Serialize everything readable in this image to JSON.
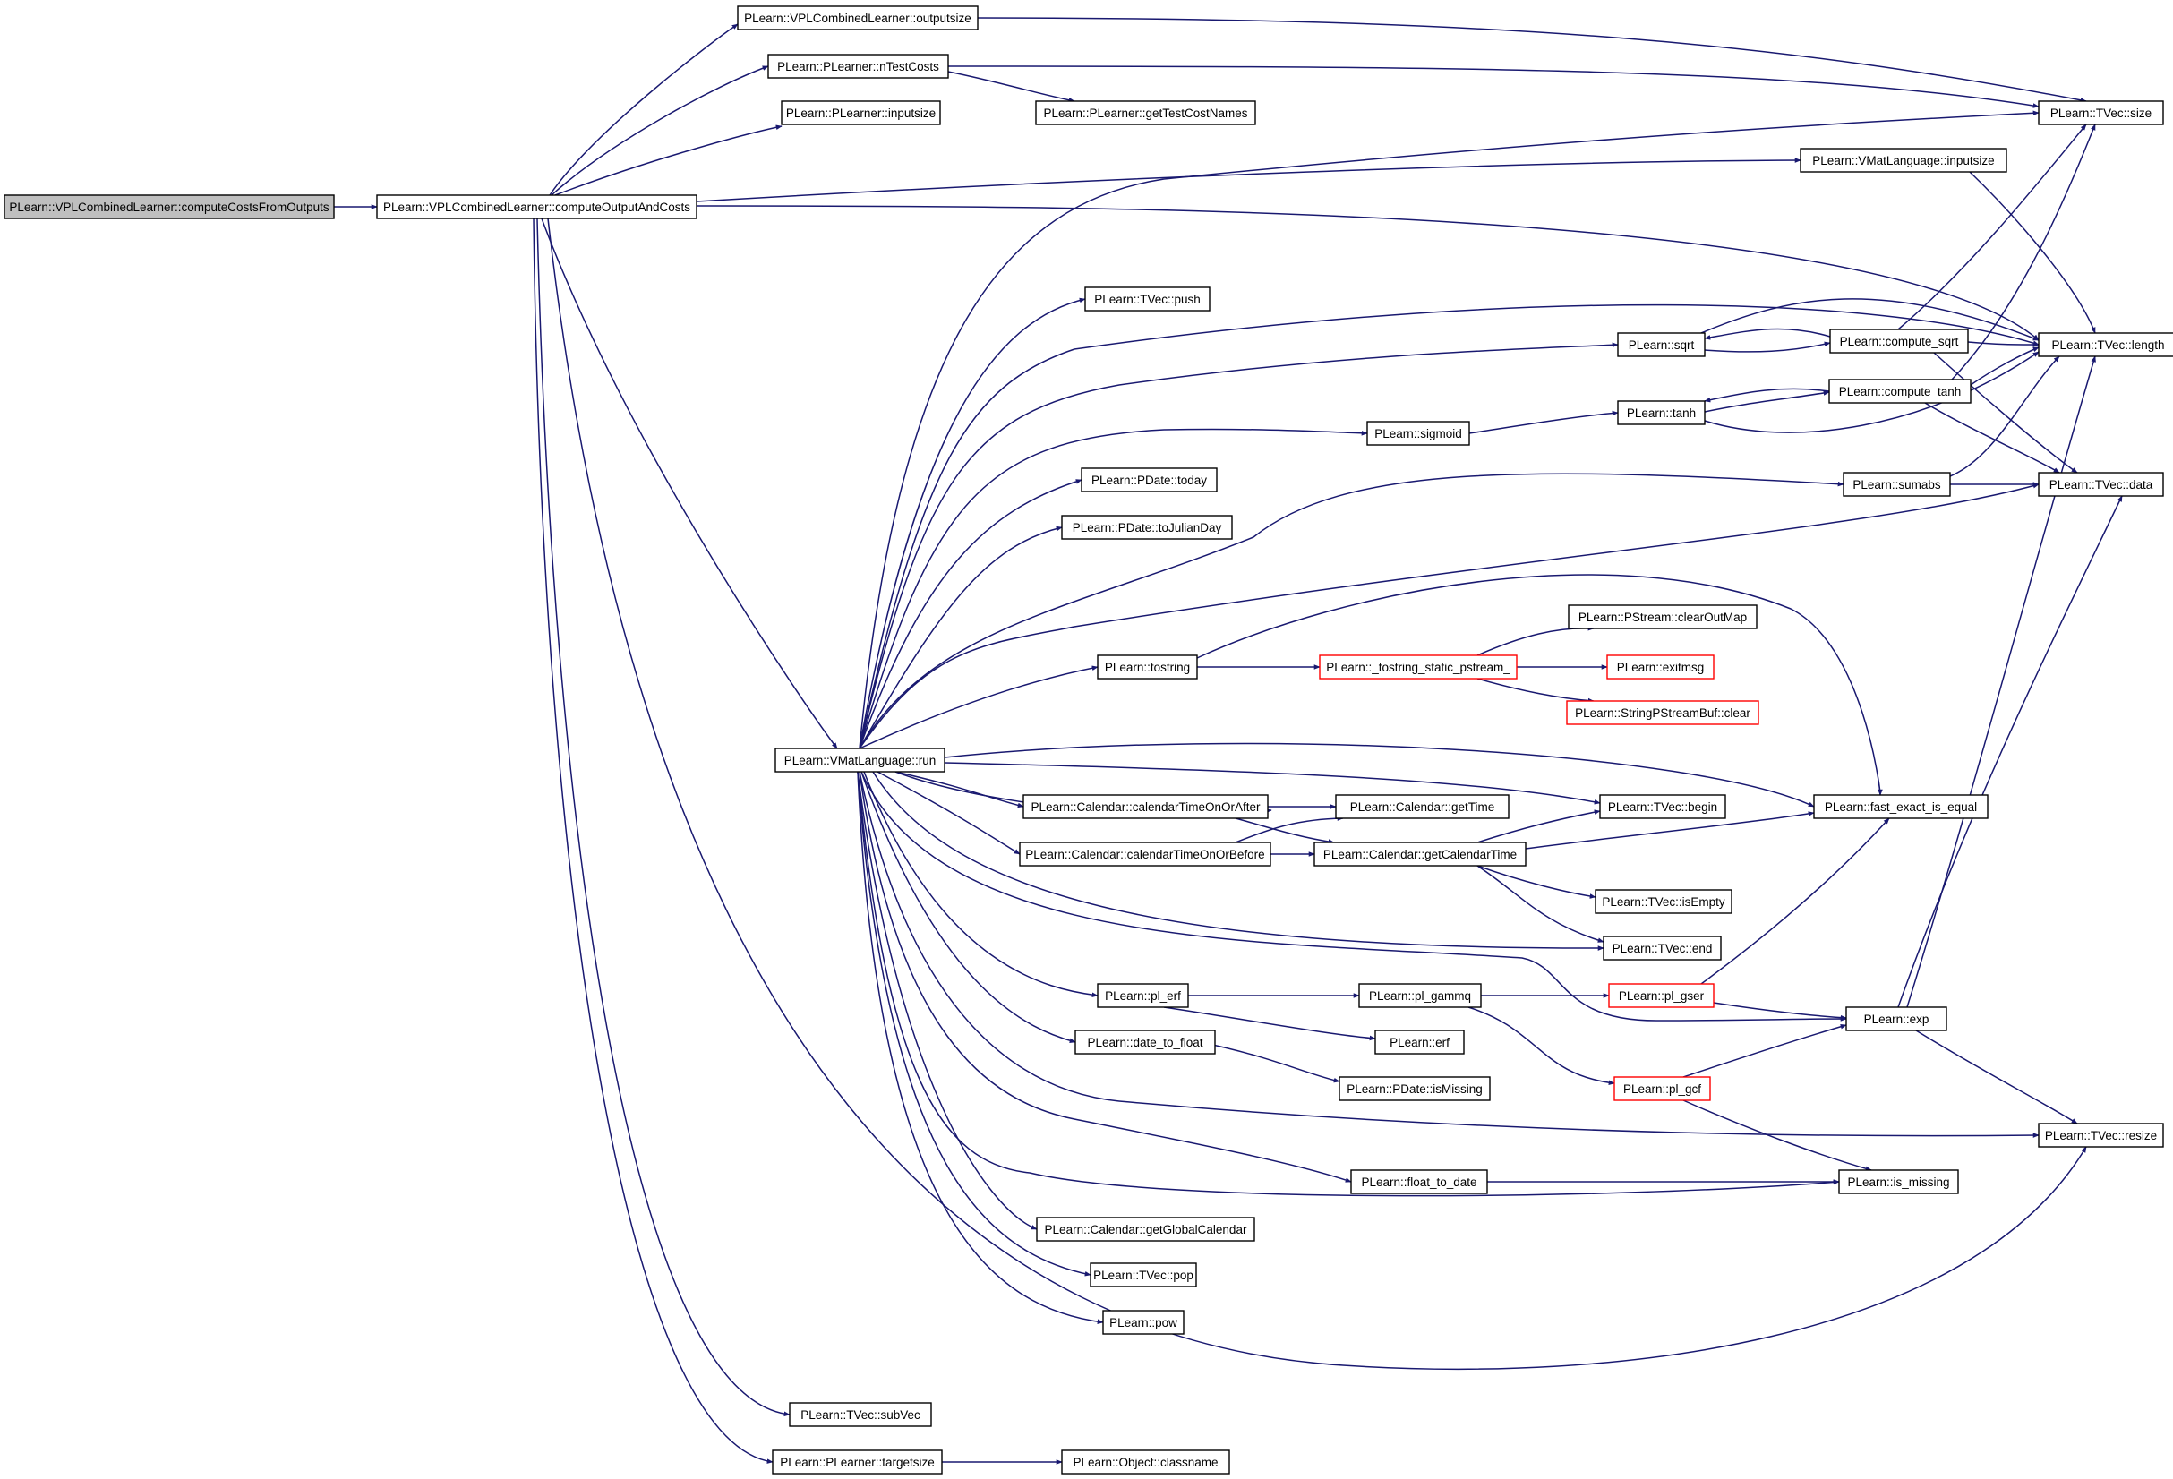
{
  "nodes": {
    "root": "PLearn::VPLCombinedLearner::computeCostsFromOutputs",
    "coac": "PLearn::VPLCombinedLearner::computeOutputAndCosts",
    "outsz": "PLearn::VPLCombinedLearner::outputsize",
    "ntest": "PLearn::PLearner::nTestCosts",
    "inpsz": "PLearn::PLearner::inputsize",
    "gtcn": "PLearn::PLearner::getTestCostNames",
    "tsize": "PLearn::TVec::size",
    "vmlin": "PLearn::VMatLanguage::inputsize",
    "push": "PLearn::TVec::push",
    "sqrt": "PLearn::sqrt",
    "csqrt": "PLearn::compute_sqrt",
    "tlen": "PLearn::TVec::length",
    "ctanh": "PLearn::compute_tanh",
    "sigm": "PLearn::sigmoid",
    "tanh": "PLearn::tanh",
    "today": "PLearn::PDate::today",
    "sumabs": "PLearn::sumabs",
    "tdata": "PLearn::TVec::data",
    "julian": "PLearn::PDate::toJulianDay",
    "pscom": "PLearn::PStream::clearOutMap",
    "tostr": "PLearn::tostring",
    "tsps": "PLearn::_tostring_static_pstream_",
    "exitm": "PLearn::exitmsg",
    "spbc": "PLearn::StringPStreamBuf::clear",
    "run": "PLearn::VMatLanguage::run",
    "ctooa": "PLearn::Calendar::calendarTimeOnOrAfter",
    "gtime": "PLearn::Calendar::getTime",
    "tbegin": "PLearn::TVec::begin",
    "feq": "PLearn::fast_exact_is_equal",
    "ctoob": "PLearn::Calendar::calendarTimeOnOrBefore",
    "gctime": "PLearn::Calendar::getCalendarTime",
    "isempty": "PLearn::TVec::isEmpty",
    "tend": "PLearn::TVec::end",
    "plerf": "PLearn::pl_erf",
    "gammq": "PLearn::pl_gammq",
    "gser": "PLearn::pl_gser",
    "exp": "PLearn::exp",
    "erf": "PLearn::erf",
    "d2f": "PLearn::date_to_float",
    "ismissd": "PLearn::PDate::isMissing",
    "gcf": "PLearn::pl_gcf",
    "resize": "PLearn::TVec::resize",
    "f2d": "PLearn::float_to_date",
    "ismiss": "PLearn::is_missing",
    "gcal": "PLearn::Calendar::getGlobalCalendar",
    "pop": "PLearn::TVec::pop",
    "pow": "PLearn::pow",
    "subvec": "PLearn::TVec::subVec",
    "tgsz": "PLearn::PLearner::targetsize",
    "clsn": "PLearn::Object::classname"
  },
  "colors": {
    "edge": "#191970",
    "node_border": "#000000",
    "truncated_border": "#ff0000",
    "root_fill": "#bfbfbf"
  }
}
